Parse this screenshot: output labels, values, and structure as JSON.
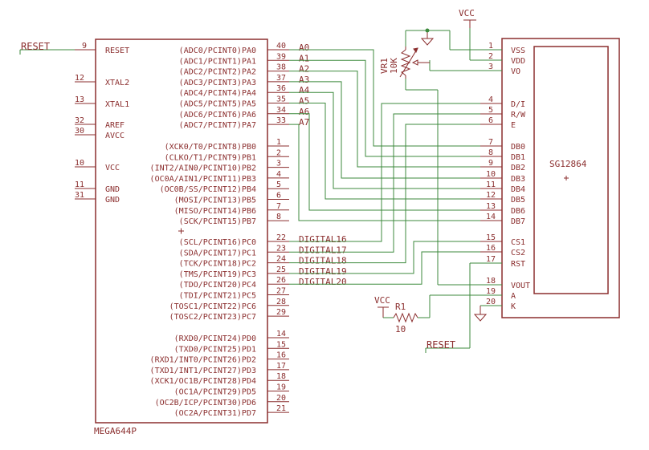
{
  "mcu": {
    "name": "MEGA644P",
    "left_pins": [
      {
        "num": "9",
        "name": "RESET"
      },
      {
        "num": "12",
        "name": "XTAL2"
      },
      {
        "num": "13",
        "name": "XTAL1"
      },
      {
        "num": "32",
        "name": "AREF"
      },
      {
        "num": "30",
        "name": "AVCC"
      },
      {
        "num": "10",
        "name": "VCC"
      },
      {
        "num": "11",
        "name": "GND"
      },
      {
        "num": "31",
        "name": "GND"
      }
    ],
    "right_pins": [
      {
        "num": "40",
        "name": "(ADC0/PCINT0)PA0",
        "net": "A0"
      },
      {
        "num": "39",
        "name": "(ADC1/PCINT1)PA1",
        "net": "A1"
      },
      {
        "num": "38",
        "name": "(ADC2/PCINT2)PA2",
        "net": "A2"
      },
      {
        "num": "37",
        "name": "(ADC3/PCINT3)PA3",
        "net": "A3"
      },
      {
        "num": "36",
        "name": "(ADC4/PCINT4)PA4",
        "net": "A4"
      },
      {
        "num": "35",
        "name": "(ADC5/PCINT5)PA5",
        "net": "A5"
      },
      {
        "num": "34",
        "name": "(ADC6/PCINT6)PA6",
        "net": "A6"
      },
      {
        "num": "33",
        "name": "(ADC7/PCINT7)PA7",
        "net": "A7"
      },
      {
        "num": "1",
        "name": "(XCK0/T0/PCINT8)PB0",
        "net": ""
      },
      {
        "num": "2",
        "name": "(CLKO/T1/PCINT9)PB1",
        "net": ""
      },
      {
        "num": "3",
        "name": "(INT2/AIN0/PCINT10)PB2",
        "net": ""
      },
      {
        "num": "4",
        "name": "(OC0A/AIN1/PCINT11)PB3",
        "net": ""
      },
      {
        "num": "5",
        "name": "(OC0B/SS/PCINT12)PB4",
        "net": ""
      },
      {
        "num": "6",
        "name": "(MOSI/PCINT13)PB5",
        "net": ""
      },
      {
        "num": "7",
        "name": "(MISO/PCINT14)PB6",
        "net": ""
      },
      {
        "num": "8",
        "name": "(SCK/PCINT15)PB7",
        "net": ""
      },
      {
        "num": "22",
        "name": "(SCL/PCINT16)PC0",
        "net": "DIGITAL16"
      },
      {
        "num": "23",
        "name": "(SDA/PCINT17)PC1",
        "net": "DIGITAL17"
      },
      {
        "num": "24",
        "name": "(TCK/PCINT18)PC2",
        "net": "DIGITAL18"
      },
      {
        "num": "25",
        "name": "(TMS/PCINT19)PC3",
        "net": "DIGITAL19"
      },
      {
        "num": "26",
        "name": "(TDO/PCINT20)PC4",
        "net": "DIGITAL20"
      },
      {
        "num": "27",
        "name": "(TDI/PCINT21)PC5",
        "net": ""
      },
      {
        "num": "28",
        "name": "(TOSC1/PCINT22)PC6",
        "net": ""
      },
      {
        "num": "29",
        "name": "(TOSC2/PCINT23)PC7",
        "net": ""
      },
      {
        "num": "14",
        "name": "(RXD0/PCINT24)PD0",
        "net": ""
      },
      {
        "num": "15",
        "name": "(TXD0/PCINT25)PD1",
        "net": ""
      },
      {
        "num": "16",
        "name": "(RXD1/INT0/PCINT26)PD2",
        "net": ""
      },
      {
        "num": "17",
        "name": "(TXD1/INT1/PCINT27)PD3",
        "net": ""
      },
      {
        "num": "18",
        "name": "(XCK1/OC1B/PCINT28)PD4",
        "net": ""
      },
      {
        "num": "19",
        "name": "(OC1A/PCINT29)PD5",
        "net": ""
      },
      {
        "num": "20",
        "name": "(OC2B/ICP/PCINT30)PD6",
        "net": ""
      },
      {
        "num": "21",
        "name": "(OC2A/PCINT31)PD7",
        "net": ""
      }
    ]
  },
  "lcd": {
    "name": "SG12864",
    "pins": [
      {
        "num": "1",
        "name": "VSS"
      },
      {
        "num": "2",
        "name": "VDD"
      },
      {
        "num": "3",
        "name": "VO"
      },
      {
        "num": "4",
        "name": "D/I"
      },
      {
        "num": "5",
        "name": "R/W"
      },
      {
        "num": "6",
        "name": "E"
      },
      {
        "num": "7",
        "name": "DB0"
      },
      {
        "num": "8",
        "name": "DB1"
      },
      {
        "num": "9",
        "name": "DB2"
      },
      {
        "num": "10",
        "name": "DB3"
      },
      {
        "num": "11",
        "name": "DB4"
      },
      {
        "num": "12",
        "name": "DB5"
      },
      {
        "num": "13",
        "name": "DB6"
      },
      {
        "num": "14",
        "name": "DB7"
      },
      {
        "num": "15",
        "name": "CS1"
      },
      {
        "num": "16",
        "name": "CS2"
      },
      {
        "num": "17",
        "name": "RST"
      },
      {
        "num": "18",
        "name": "VOUT"
      },
      {
        "num": "19",
        "name": "A"
      },
      {
        "num": "20",
        "name": "K"
      }
    ]
  },
  "labels": {
    "reset_in": "RESET",
    "reset_out": "RESET",
    "vcc_top": "VCC",
    "vcc_r1": "VCC",
    "r1_name": "R1",
    "r1_value": "10",
    "vr1_name": "VR1",
    "vr1_value": "10K"
  },
  "colors": {
    "symbol": "#8b2e2e",
    "wire": "#3c8a3c"
  }
}
